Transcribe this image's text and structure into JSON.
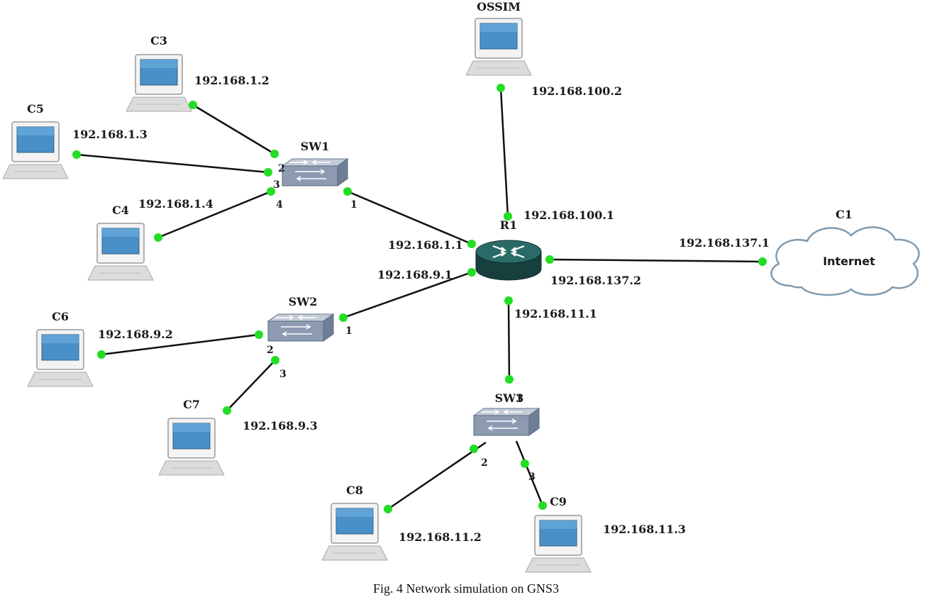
{
  "caption": "Fig. 4 Network simulation on GNS3",
  "colors": {
    "link": "#111111",
    "port_dot": "#22dd22",
    "screen": "#4a90c8",
    "pc_body": "#eeeeee",
    "switch": "#8c9bb0",
    "router": "#1f5552",
    "cloud_stroke": "#7f9bb0"
  },
  "devices": {
    "ossim": {
      "name": "OSSIM",
      "ip": "192.168.100.2",
      "icon": "computer-icon"
    },
    "c3": {
      "name": "C3",
      "ip": "192.168.1.2",
      "icon": "computer-icon"
    },
    "c5": {
      "name": "C5",
      "ip": "192.168.1.3",
      "icon": "computer-icon"
    },
    "c4": {
      "name": "C4",
      "ip": "192.168.1.4",
      "icon": "computer-icon"
    },
    "c6": {
      "name": "C6",
      "ip": "192.168.9.2",
      "icon": "computer-icon"
    },
    "c7": {
      "name": "C7",
      "ip": "192.168.9.3",
      "icon": "computer-icon"
    },
    "c8": {
      "name": "C8",
      "ip": "192.168.11.2",
      "icon": "computer-icon"
    },
    "c9": {
      "name": "C9",
      "ip": "192.168.11.3",
      "icon": "computer-icon"
    },
    "sw1": {
      "name": "SW1",
      "icon": "switch-icon",
      "ports": [
        "2",
        "3",
        "4",
        "1"
      ]
    },
    "sw2": {
      "name": "SW2",
      "icon": "switch-icon",
      "ports": [
        "1",
        "2",
        "3"
      ]
    },
    "sw3": {
      "name": "SW3",
      "icon": "switch-icon",
      "ports": [
        "1",
        "2",
        "3"
      ]
    },
    "r1": {
      "name": "R1",
      "icon": "router-icon",
      "interfaces": [
        "192.168.100.1",
        "192.168.1.1",
        "192.168.9.1",
        "192.168.137.2",
        "192.168.11.1"
      ]
    },
    "c1": {
      "name": "C1",
      "label": "Internet",
      "ip": "192.168.137.1",
      "icon": "cloud-icon"
    }
  }
}
